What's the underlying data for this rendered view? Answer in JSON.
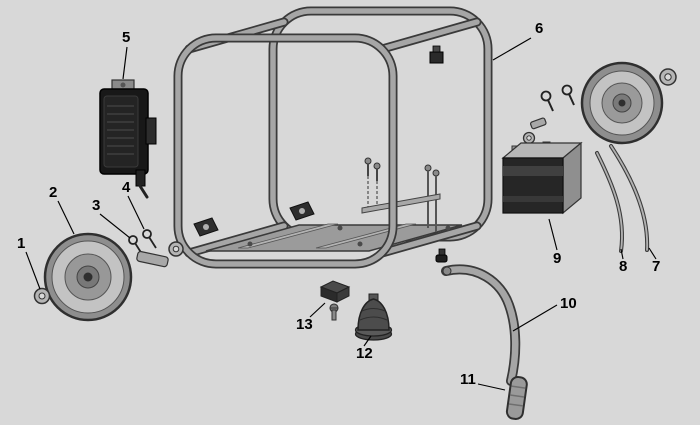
{
  "diagram": {
    "type": "exploded-parts-diagram",
    "labels": [
      {
        "part": "1"
      },
      {
        "part": "2"
      },
      {
        "part": "3"
      },
      {
        "part": "4"
      },
      {
        "part": "5"
      },
      {
        "part": "6"
      },
      {
        "part": "7"
      },
      {
        "part": "8"
      },
      {
        "part": "9"
      },
      {
        "part": "10"
      },
      {
        "part": "11"
      },
      {
        "part": "12"
      },
      {
        "part": "13"
      }
    ]
  },
  "colors": {
    "bg": "#d8d8d8",
    "line": "#2f2f2f",
    "metal": "#a6a6a6",
    "tubeEdge": "#3a3a3a",
    "darkPart": "#1b1b1b"
  }
}
